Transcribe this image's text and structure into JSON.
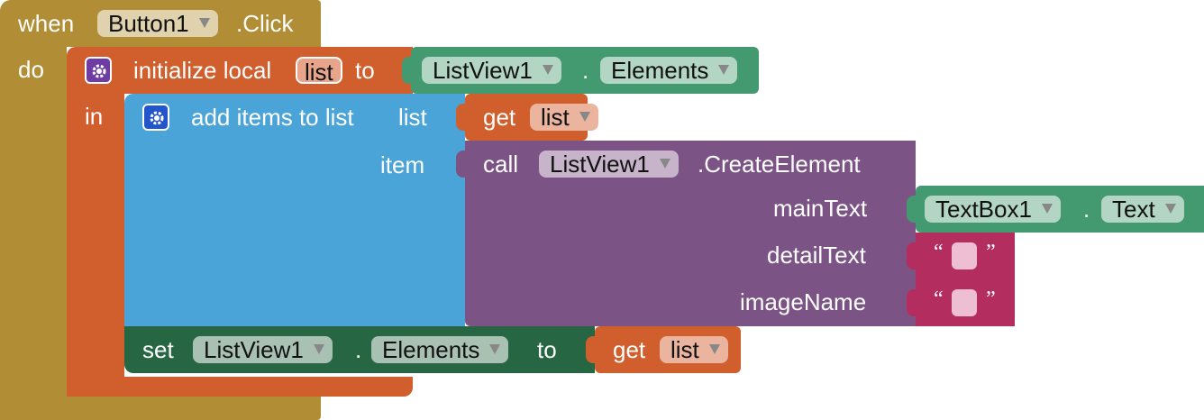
{
  "event": {
    "when": "when",
    "component": "Button1",
    "event_name": ".Click",
    "do": "do"
  },
  "local_var": {
    "initialize": "initialize local",
    "name": "list",
    "to": "to",
    "in": "in"
  },
  "elements_getter": {
    "component": "ListView1",
    "dot": ".",
    "property": "Elements"
  },
  "add_items": {
    "label": "add items to list",
    "list_label": "list",
    "item_label": "item"
  },
  "get_list_1": {
    "get": "get",
    "var": "list"
  },
  "create_element": {
    "call": "call",
    "component": "ListView1",
    "method": ".CreateElement",
    "main_text": "mainText",
    "detail_text": "detailText",
    "image_name": "imageName"
  },
  "textbox": {
    "component": "TextBox1",
    "dot": ".",
    "property": "Text"
  },
  "empty_string": {
    "open": "“",
    "close": "”"
  },
  "setter": {
    "set": "set",
    "component": "ListView1",
    "dot": ".",
    "property": "Elements",
    "to": "to"
  },
  "get_list_2": {
    "get": "get",
    "var": "list"
  },
  "colors": {
    "event": "#b18e35",
    "local": "#d05f2d",
    "list": "#4aa4d7",
    "component": "#439970",
    "setter": "#266643",
    "procedure": "#7c5385",
    "text": "#b32d5e",
    "dropdown": "#ffffff"
  }
}
